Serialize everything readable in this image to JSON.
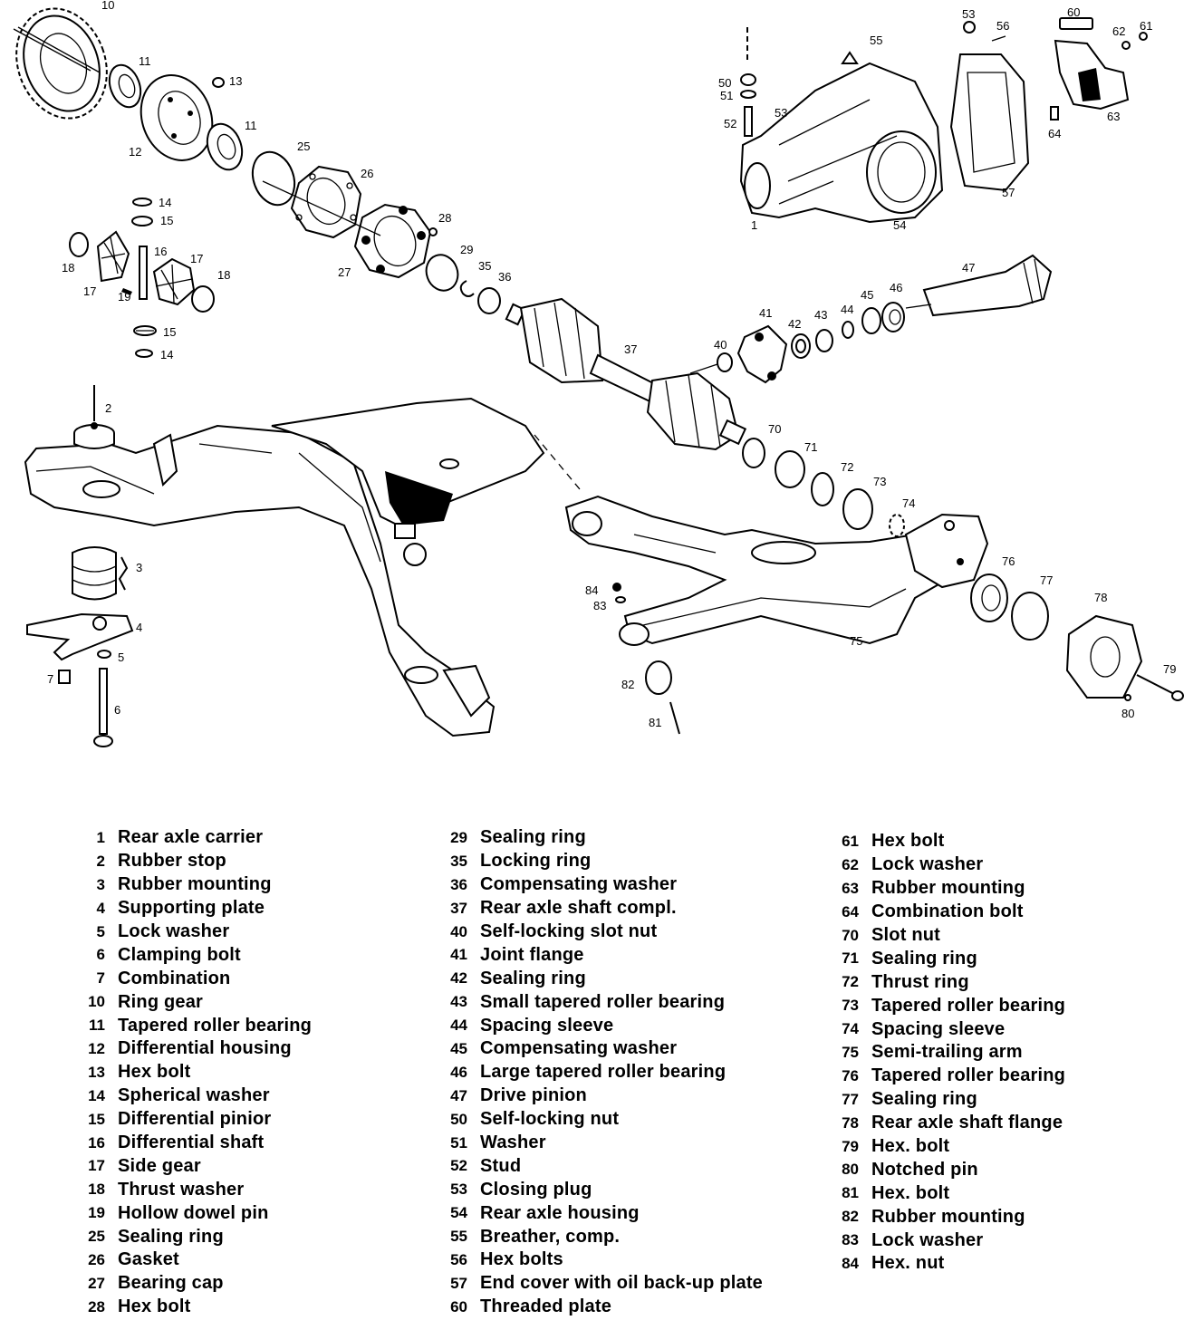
{
  "callouts": [
    {
      "n": "10"
    },
    {
      "n": "11"
    },
    {
      "n": "13"
    },
    {
      "n": "11"
    },
    {
      "n": "12"
    },
    {
      "n": "25"
    },
    {
      "n": "26"
    },
    {
      "n": "14"
    },
    {
      "n": "15"
    },
    {
      "n": "16"
    },
    {
      "n": "17"
    },
    {
      "n": "18"
    },
    {
      "n": "17"
    },
    {
      "n": "19"
    },
    {
      "n": "18"
    },
    {
      "n": "15"
    },
    {
      "n": "14"
    },
    {
      "n": "28"
    },
    {
      "n": "27"
    },
    {
      "n": "29"
    },
    {
      "n": "35"
    },
    {
      "n": "36"
    },
    {
      "n": "37"
    },
    {
      "n": "47"
    },
    {
      "n": "41"
    },
    {
      "n": "42"
    },
    {
      "n": "43"
    },
    {
      "n": "44"
    },
    {
      "n": "45"
    },
    {
      "n": "46"
    },
    {
      "n": "40"
    },
    {
      "n": "2"
    },
    {
      "n": "3"
    },
    {
      "n": "4"
    },
    {
      "n": "5"
    },
    {
      "n": "7"
    },
    {
      "n": "6"
    },
    {
      "n": "70"
    },
    {
      "n": "71"
    },
    {
      "n": "72"
    },
    {
      "n": "73"
    },
    {
      "n": "74"
    },
    {
      "n": "76"
    },
    {
      "n": "77"
    },
    {
      "n": "78"
    },
    {
      "n": "79"
    },
    {
      "n": "80"
    },
    {
      "n": "75"
    },
    {
      "n": "84"
    },
    {
      "n": "83"
    },
    {
      "n": "82"
    },
    {
      "n": "81"
    },
    {
      "n": "53"
    },
    {
      "n": "56"
    },
    {
      "n": "60"
    },
    {
      "n": "62"
    },
    {
      "n": "61"
    },
    {
      "n": "55"
    },
    {
      "n": "50"
    },
    {
      "n": "51"
    },
    {
      "n": "52"
    },
    {
      "n": "53"
    },
    {
      "n": "63"
    },
    {
      "n": "64"
    },
    {
      "n": "57"
    },
    {
      "n": "1"
    },
    {
      "n": "54"
    }
  ],
  "legend": {
    "col1": [
      {
        "num": "1",
        "label": "Rear axle carrier"
      },
      {
        "num": "2",
        "label": "Rubber stop"
      },
      {
        "num": "3",
        "label": "Rubber mounting"
      },
      {
        "num": "4",
        "label": "Supporting plate"
      },
      {
        "num": "5",
        "label": "Lock washer"
      },
      {
        "num": "6",
        "label": "Clamping bolt"
      },
      {
        "num": "7",
        "label": "Combination"
      },
      {
        "num": "10",
        "label": "Ring gear"
      },
      {
        "num": "11",
        "label": "Tapered roller bearing"
      },
      {
        "num": "12",
        "label": "Differential housing"
      },
      {
        "num": "13",
        "label": "Hex bolt"
      },
      {
        "num": "14",
        "label": "Spherical washer"
      },
      {
        "num": "15",
        "label": "Differential pinior"
      },
      {
        "num": "16",
        "label": "Differential shaft"
      },
      {
        "num": "17",
        "label": "Side gear"
      },
      {
        "num": "18",
        "label": "Thrust washer"
      },
      {
        "num": "19",
        "label": "Hollow dowel pin"
      },
      {
        "num": "25",
        "label": "Sealing ring"
      },
      {
        "num": "26",
        "label": "Gasket"
      },
      {
        "num": "27",
        "label": "Bearing cap"
      },
      {
        "num": "28",
        "label": "Hex bolt"
      }
    ],
    "col2": [
      {
        "num": "29",
        "label": "Sealing ring"
      },
      {
        "num": "35",
        "label": "Locking ring"
      },
      {
        "num": "36",
        "label": "Compensating washer"
      },
      {
        "num": "37",
        "label": "Rear axle shaft compl."
      },
      {
        "num": "40",
        "label": "Self-locking slot nut"
      },
      {
        "num": "41",
        "label": "Joint flange"
      },
      {
        "num": "42",
        "label": "Sealing ring"
      },
      {
        "num": "43",
        "label": "Small tapered roller bearing"
      },
      {
        "num": "44",
        "label": "Spacing sleeve"
      },
      {
        "num": "45",
        "label": "Compensating washer"
      },
      {
        "num": "46",
        "label": "Large tapered roller bearing"
      },
      {
        "num": "47",
        "label": "Drive pinion"
      },
      {
        "num": "50",
        "label": "Self-locking nut"
      },
      {
        "num": "51",
        "label": "Washer"
      },
      {
        "num": "52",
        "label": "Stud"
      },
      {
        "num": "53",
        "label": "Closing plug"
      },
      {
        "num": "54",
        "label": "Rear axle housing"
      },
      {
        "num": "55",
        "label": "Breather, comp."
      },
      {
        "num": "56",
        "label": "Hex bolts"
      },
      {
        "num": "57",
        "label": "End cover with oil back-up plate"
      },
      {
        "num": "60",
        "label": "Threaded plate"
      }
    ],
    "col3": [
      {
        "num": "61",
        "label": "Hex bolt"
      },
      {
        "num": "62",
        "label": "Lock washer"
      },
      {
        "num": "63",
        "label": "Rubber mounting"
      },
      {
        "num": "64",
        "label": "Combination bolt"
      },
      {
        "num": "70",
        "label": "Slot nut"
      },
      {
        "num": "71",
        "label": "Sealing ring"
      },
      {
        "num": "72",
        "label": "Thrust ring"
      },
      {
        "num": "73",
        "label": "Tapered roller bearing"
      },
      {
        "num": "74",
        "label": "Spacing sleeve"
      },
      {
        "num": "75",
        "label": "Semi-trailing arm"
      },
      {
        "num": "76",
        "label": "Tapered roller bearing"
      },
      {
        "num": "77",
        "label": "Sealing ring"
      },
      {
        "num": "78",
        "label": "Rear axle shaft flange"
      },
      {
        "num": "79",
        "label": "Hex. bolt"
      },
      {
        "num": "80",
        "label": "Notched pin"
      },
      {
        "num": "81",
        "label": "Hex. bolt"
      },
      {
        "num": "82",
        "label": "Rubber mounting"
      },
      {
        "num": "83",
        "label": "Lock washer"
      },
      {
        "num": "84",
        "label": "Hex. nut"
      }
    ]
  }
}
